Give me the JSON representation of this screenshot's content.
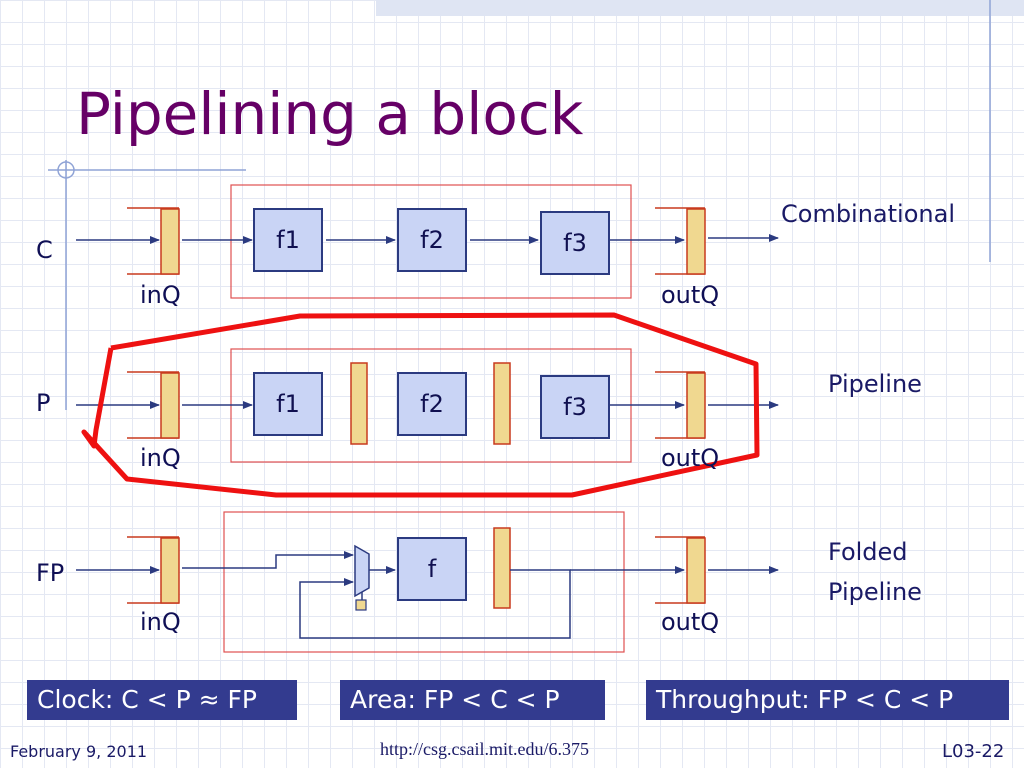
{
  "slide": {
    "title": "Pipelining a block"
  },
  "rows": {
    "c": {
      "label": "C",
      "mode": "Combinational",
      "in_queue": "inQ",
      "out_queue": "outQ",
      "stages": [
        "f1",
        "f2",
        "f3"
      ]
    },
    "p": {
      "label": "P",
      "mode": "Pipeline",
      "in_queue": "inQ",
      "out_queue": "outQ",
      "stages": [
        "f1",
        "f2",
        "f3"
      ]
    },
    "fp": {
      "label": "FP",
      "mode_line1": "Folded",
      "mode_line2": "Pipeline",
      "in_queue": "inQ",
      "out_queue": "outQ",
      "stage": "f"
    }
  },
  "summary": {
    "clock": "Clock: C < P ≈ FP",
    "area": "Area: FP < C < P",
    "throughput": "Throughput: FP < C < P"
  },
  "footer": {
    "date": "February 9, 2011",
    "url": "http://csg.csail.mit.edu/6.375",
    "slide_number": "L03-22"
  },
  "colors": {
    "title": "#660066",
    "register_fill": "#f0d890",
    "register_border": "#c83a1e",
    "box_fill": "#c9d4f5",
    "highlight": "#ee1111",
    "summary_bg": "#333b8f"
  }
}
